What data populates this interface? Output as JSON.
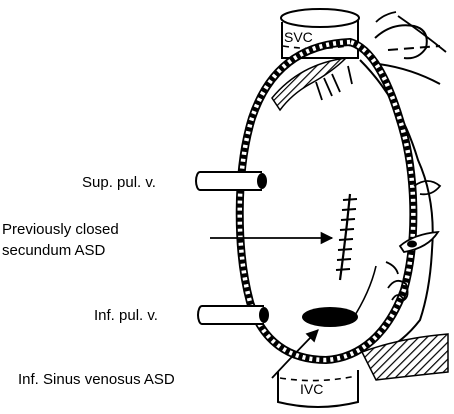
{
  "labels": {
    "svc": "SVC",
    "ivc": "IVC",
    "sup_pul_v": "Sup. pul. v.",
    "prev_closed_line1": "Previously closed",
    "prev_closed_line2": "secundum ASD",
    "inf_pul_v": "Inf. pul. v.",
    "inf_sinus_venosus": "Inf. Sinus venosus ASD"
  },
  "colors": {
    "ink": "#000000",
    "paper": "#ffffff"
  }
}
